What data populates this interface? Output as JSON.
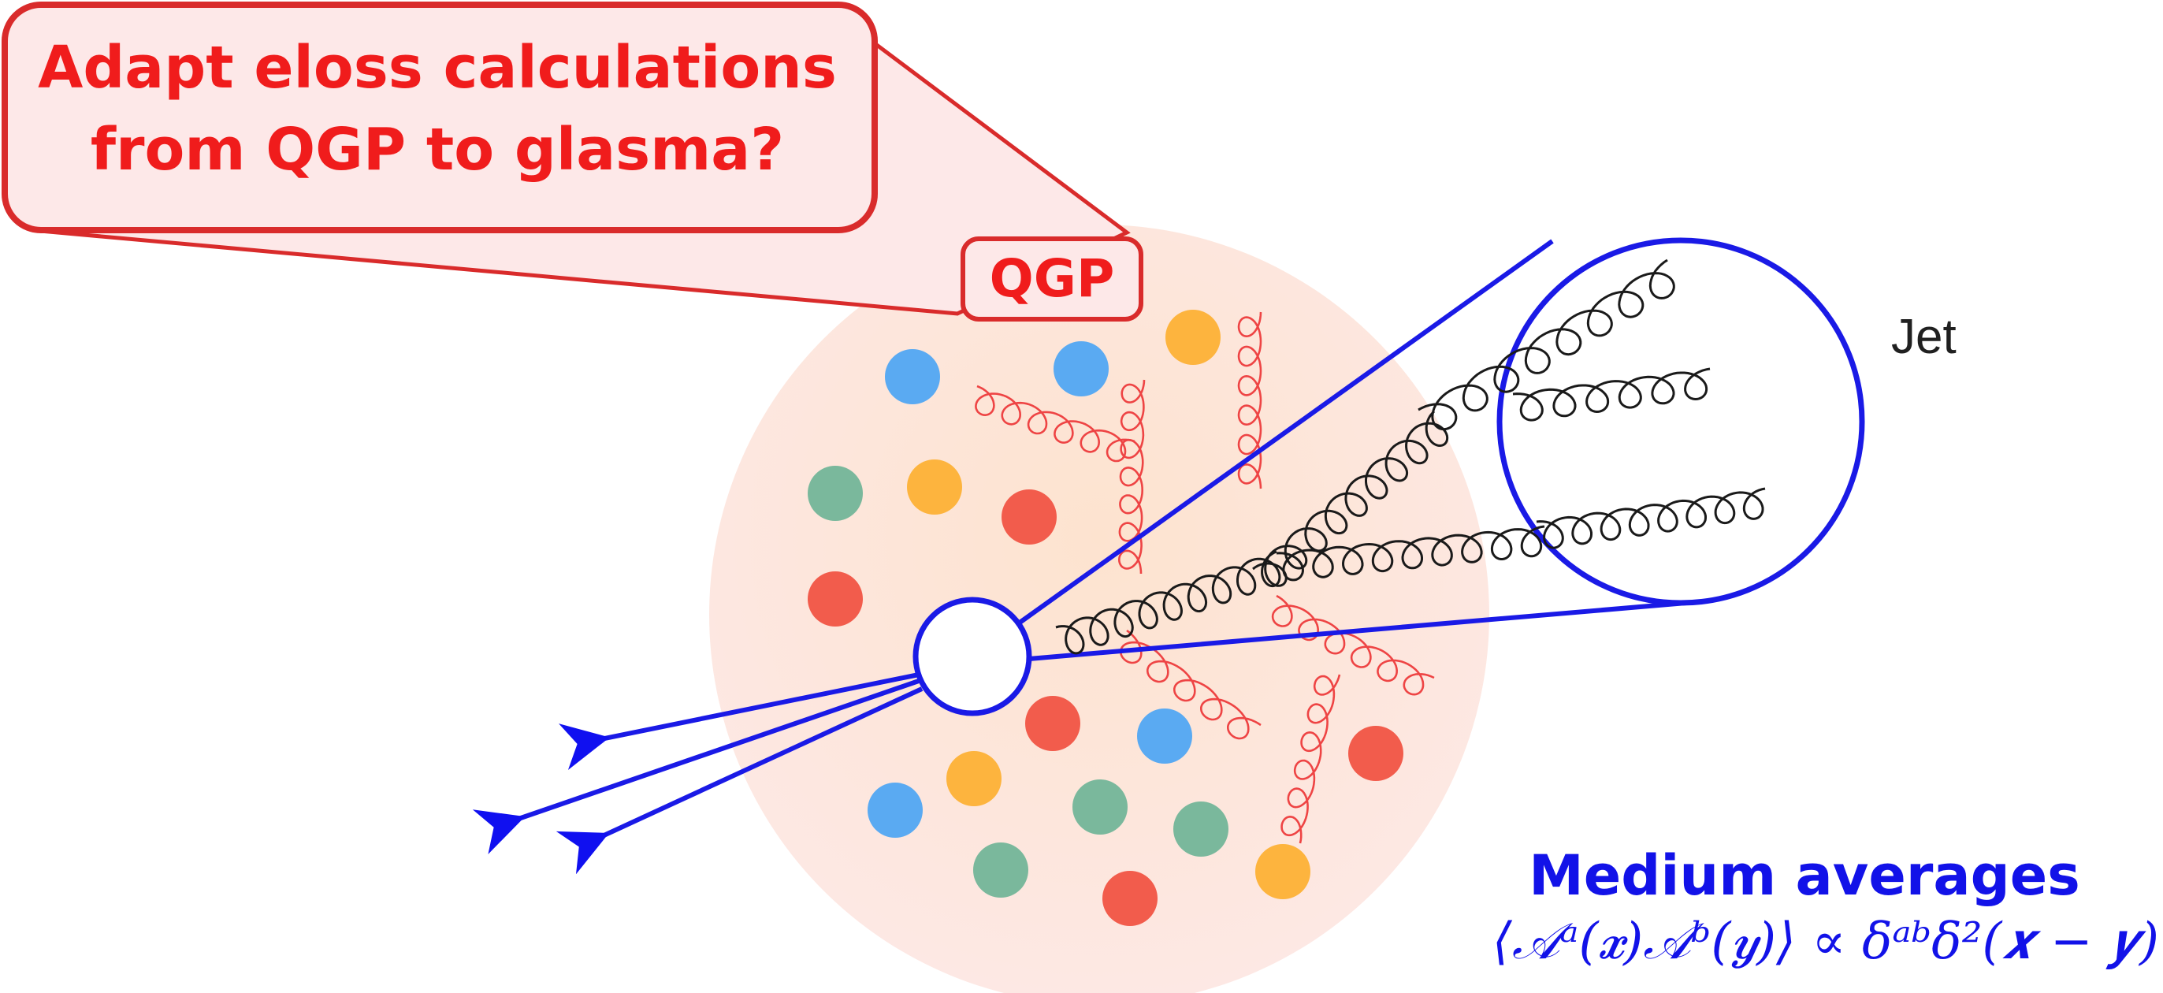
{
  "callout": {
    "line1": "Adapt eloss calculations",
    "line2": "from QGP to glasma?"
  },
  "qgp_label": "QGP",
  "jet_label": "Jet",
  "medium": {
    "title": "Medium averages",
    "formula": "⟨𝒜ᵃ(𝒙)𝒜ᵇ(𝒚)⟩ ∝ δᵃᵇδ²(𝒙 − 𝒚)"
  },
  "colors": {
    "callout_text": "#f01c1c",
    "callout_fill": "#fde8e8",
    "callout_border": "#d92b2b",
    "medium_text": "#1212e8",
    "jet_cone": "#1a1ae6",
    "gluon_medium": "#ee4444",
    "gluon_jet": "#1a1a1a",
    "qgp_blob_center": "#fde6d2",
    "qgp_blob_edge": "#fdeae6",
    "particle_blue": "#5aaaf2",
    "particle_orange": "#fdb43e",
    "particle_green": "#7ab89c",
    "particle_red": "#f25c4c"
  },
  "icons": {
    "jet_origin": "white-circle-vertex",
    "outgoing_particles": "arrow-icon"
  }
}
